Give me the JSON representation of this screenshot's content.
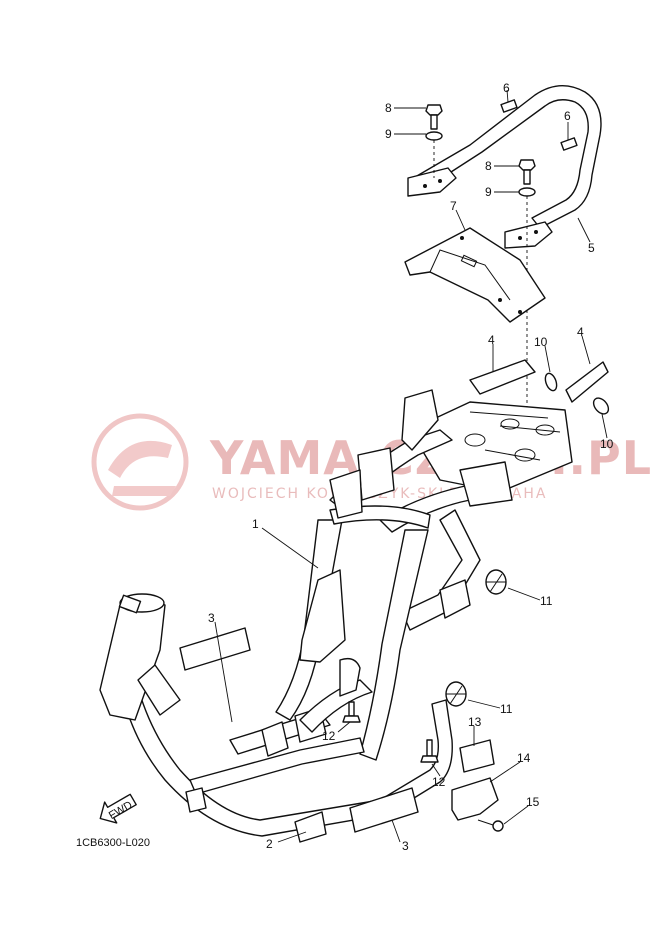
{
  "diagram": {
    "code": "1CB6300-L020",
    "fwd_label": "FWD",
    "watermark": {
      "brand": "YAMA-CZESCI.PL",
      "subtitle": "WOJCIECH KOWALCZYK-SKLEP YAMAHA"
    },
    "callouts": {
      "c1": "1",
      "c2": "2",
      "c3a": "3",
      "c3b": "3",
      "c4a": "4",
      "c4b": "4",
      "c5": "5",
      "c6a": "6",
      "c6b": "6",
      "c7": "7",
      "c8a": "8",
      "c8b": "8",
      "c9a": "9",
      "c9b": "9",
      "c10a": "10",
      "c10b": "10",
      "c11a": "11",
      "c11b": "11",
      "c12a": "12",
      "c12b": "12",
      "c13": "13",
      "c14": "14",
      "c15": "15"
    }
  }
}
